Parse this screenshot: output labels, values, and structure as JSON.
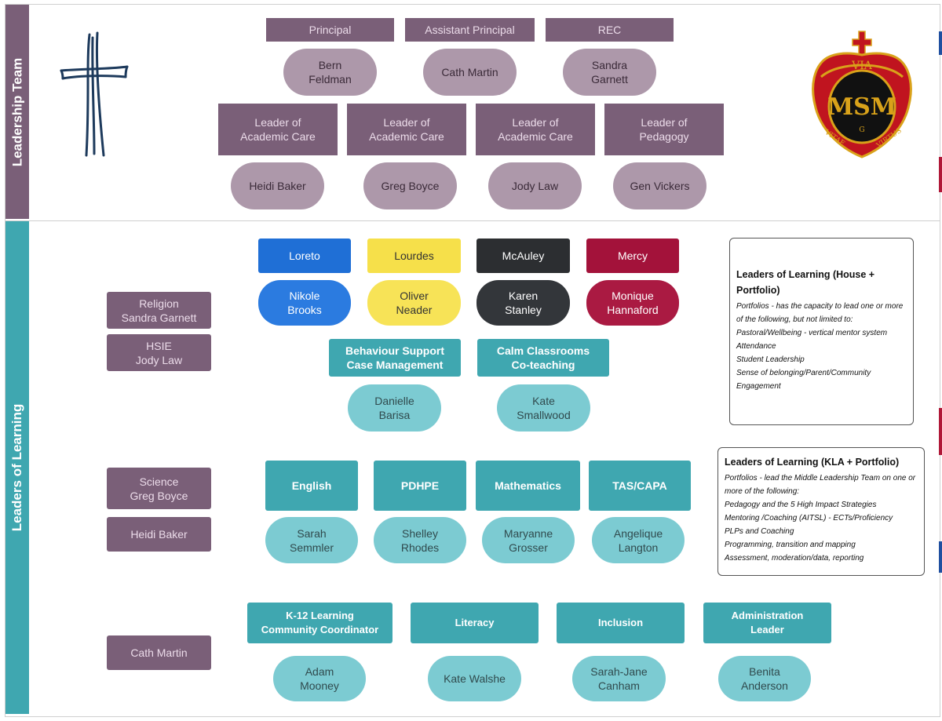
{
  "side_labels": {
    "leadership": "Leadership Team",
    "learning": "Leaders of Learning"
  },
  "leadership": {
    "roles_top": [
      "Principal",
      "Assistant Principal",
      "REC"
    ],
    "people_top": [
      "Bern\nFeldman",
      "Cath Martin",
      "Sandra\nGarnett"
    ],
    "roles_mid": [
      "Leader of\nAcademic Care",
      "Leader of\nAcademic Care",
      "Leader of\nAcademic Care",
      "Leader of\nPedagogy"
    ],
    "people_mid": [
      "Heidi Baker",
      "Greg Boyce",
      "Jody Law",
      "Gen Vickers"
    ]
  },
  "crest": {
    "top": "VIA",
    "monogram": "MSM",
    "letter": "G",
    "left": "VITAE",
    "right": "VIRTUS"
  },
  "departments": [
    "Religion\nSandra Garnett",
    "HSIE\nJody Law",
    "Science\nGreg Boyce",
    "Heidi Baker",
    "Cath Martin"
  ],
  "houses": [
    {
      "name": "Loreto",
      "leader": "Nikole\nBrooks",
      "color": "#1f6fd6",
      "light": "#2b7be0",
      "text": "#ffffff"
    },
    {
      "name": "Lourdes",
      "leader": "Oliver\nNeader",
      "color": "#f6e04a",
      "light": "#f7e357",
      "text": "#333333"
    },
    {
      "name": "McAuley",
      "leader": "Karen\nStanley",
      "color": "#2c2e31",
      "light": "#33363a",
      "text": "#ffffff"
    },
    {
      "name": "Mercy",
      "leader": "Monique\nHannaford",
      "color": "#a3123a",
      "light": "#aa1a42",
      "text": "#ffffff"
    }
  ],
  "support": [
    {
      "role": "Behaviour Support\nCase Management",
      "person": "Danielle\nBarisa"
    },
    {
      "role": "Calm Classrooms\nCo-teaching",
      "person": "Kate\nSmallwood"
    }
  ],
  "kla": [
    {
      "role": "English",
      "person": "Sarah\nSemmler"
    },
    {
      "role": "PDHPE",
      "person": "Shelley\nRhodes"
    },
    {
      "role": "Mathematics",
      "person": "Maryanne\nGrosser"
    },
    {
      "role": "TAS/CAPA",
      "person": "Angelique\nLangton"
    }
  ],
  "other": [
    {
      "role": "K-12 Learning\nCommunity Coordinator",
      "person": "Adam\nMooney"
    },
    {
      "role": "Literacy",
      "person": "Kate Walshe"
    },
    {
      "role": "Inclusion",
      "person": "Sarah-Jane\nCanham"
    },
    {
      "role": "Administration\nLeader",
      "person": "Benita\nAnderson"
    }
  ],
  "info_house": {
    "title": "Leaders of Learning (House + Portfolio)",
    "lines": [
      "Portfolios - has the capacity to lead one or more of the following, but not limited to:",
      "Pastoral/Wellbeing - vertical mentor system",
      "Attendance",
      "Student Leadership",
      "Sense of belonging/Parent/Community Engagement"
    ]
  },
  "info_kla": {
    "title": "Leaders of Learning (KLA + Portfolio)",
    "lines": [
      "Portfolios - lead the Middle Leadership Team on one or more of the following:",
      "Pedagogy and the 5 High Impact Strategies",
      "Mentoring /Coaching (AITSL) - ECTs/Proficiency",
      "PLPs and Coaching",
      "Programming, transition and mapping",
      "Assessment, moderation/data, reporting"
    ]
  },
  "colors": {
    "plum": "#7a5f78",
    "mauve": "#ad98aa",
    "teal": "#3fa7b0",
    "teal_light": "#7ccbd2"
  }
}
